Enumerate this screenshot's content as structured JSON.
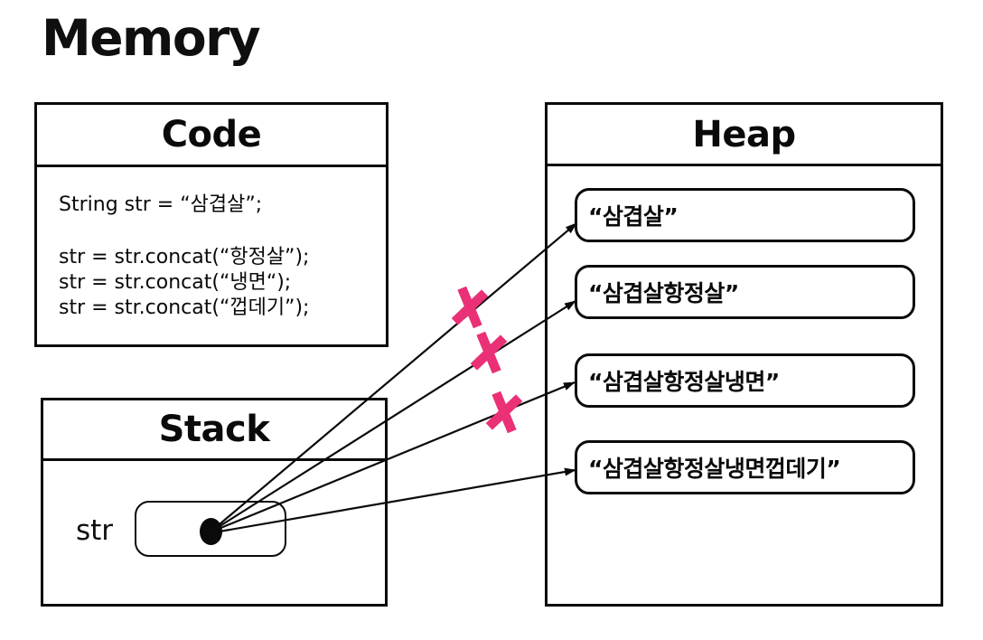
{
  "title": "Memory",
  "colors": {
    "x_mark": "#EA3076",
    "line": "#0a0a0a",
    "background": "#ffffff"
  },
  "code": {
    "title": "Code",
    "lines": [
      "String str = “삼겹살”;",
      "str = str.concat(“항정살”);",
      "str = str.concat(“냉면“);",
      "str = str.concat(“껍데기”);"
    ]
  },
  "stack": {
    "title": "Stack",
    "variable": "str"
  },
  "heap": {
    "title": "Heap",
    "items": [
      "“삼겹살”",
      "“삼겹살항정살”",
      "“삼겹살항정살냉면”",
      "“삼겹살항정살냉면껍데기”"
    ]
  },
  "references": {
    "source_variable": "str",
    "arrow_count": 4,
    "crossed_out_count": 3,
    "active_target": "“삼겹살항정살냉면껍데기”"
  }
}
